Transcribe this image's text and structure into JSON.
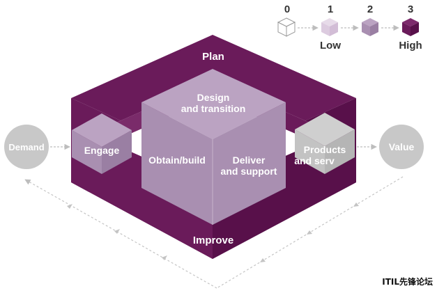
{
  "legend": {
    "levels": [
      {
        "number": "0",
        "caption": ""
      },
      {
        "number": "1",
        "caption": "Low"
      },
      {
        "number": "2",
        "caption": ""
      },
      {
        "number": "3",
        "caption": "High"
      }
    ]
  },
  "diagram": {
    "demand": "Demand",
    "value": "Value",
    "plan": "Plan",
    "improve": "Improve",
    "engage": "Engage",
    "design_line1": "Design",
    "design_line2": "and transition",
    "obtain": "Obtain/build",
    "deliver_line1": "Deliver",
    "deliver_line2": "and support",
    "products_line1": "Products",
    "products_line2": "and serv"
  },
  "watermark": "ITIL先锋论坛",
  "colors": {
    "level0": "#ffffff",
    "level1": "#ddcbe0",
    "level2": "#a98fb1",
    "level3": "#6a1b5a",
    "neutral": "#c8c8c8"
  }
}
